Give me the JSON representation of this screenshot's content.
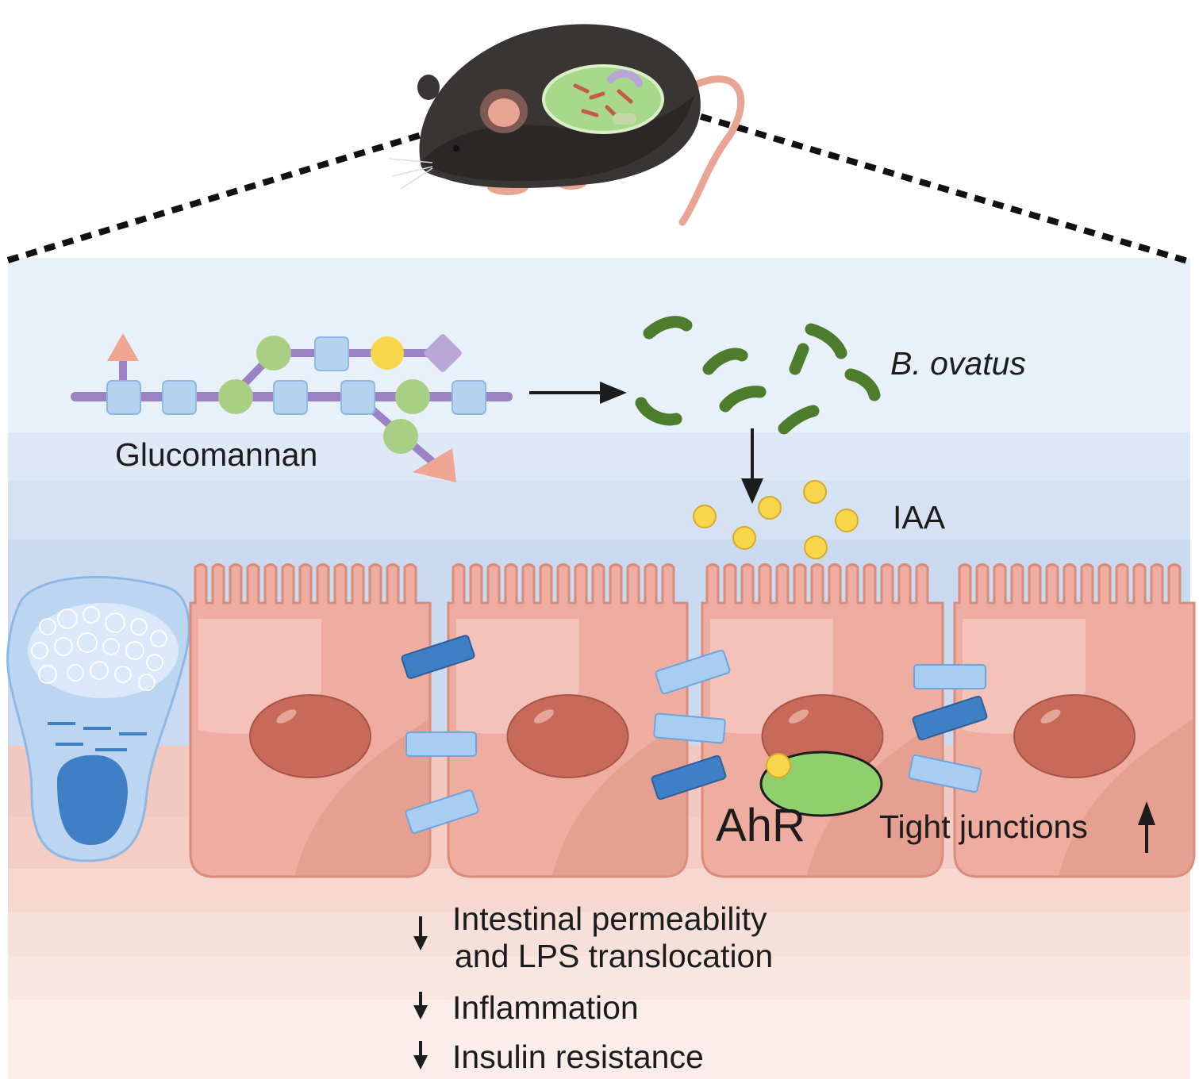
{
  "figure": {
    "labels": {
      "polysaccharide": "Glucomannan",
      "bacterium": "B. ovatus",
      "metabolite": "IAA",
      "receptor": "AhR",
      "tight_junctions": "Tight junctions"
    },
    "outcomes": [
      {
        "text": "Intestinal permeability",
        "text2": "and LPS translocation",
        "direction": "down"
      },
      {
        "text": "Inflammation",
        "direction": "down"
      },
      {
        "text": "Insulin resistance",
        "direction": "down"
      }
    ],
    "tight_junction_direction": "up",
    "colors": {
      "lumen": "#e6eef9",
      "lumen_band": "#d2e0f3",
      "tissue": "#f3d4cd",
      "enterocyte": "#eeada0",
      "nucleus": "#c86a5a",
      "tight_junction_light": "#a9cdf0",
      "tight_junction_dark": "#3f7fc6",
      "bacteria": "#4d7c2c",
      "iaa": "#f7d64c",
      "ahr": "#8fcf6c",
      "goblet": "#b5d2f2",
      "mouse": "#3a3535",
      "arrow": "#1c1c1c"
    }
  }
}
